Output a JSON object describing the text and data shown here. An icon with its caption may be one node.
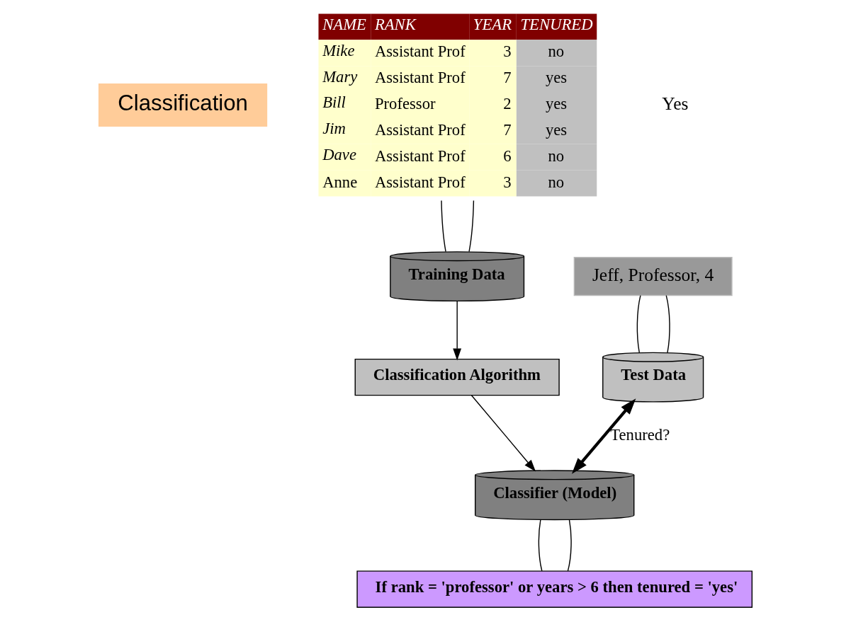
{
  "diagram": {
    "nodes": [
      {
        "text": [
          "Classification"
        ]
      },
      {
        "text": [
          "NAME",
          "RANK",
          "YEAR",
          "TENURED",
          "Mike",
          "Assistant Prof",
          "3",
          "no",
          "Mary",
          "Assistant Prof",
          "7",
          "yes",
          "Bill",
          "Professor",
          "2",
          "yes",
          "Jim",
          "Assistant Prof",
          "7",
          "yes",
          "Dave",
          "Assistant Prof",
          "6",
          "no",
          "Anne",
          "Assistant Prof",
          "3",
          "no"
        ]
      },
      {
        "text": [
          "Training Data"
        ]
      },
      {
        "text": [
          "Classification Algorithm"
        ]
      },
      {
        "text": [
          "Classifier (Model)"
        ]
      },
      {
        "text": [
          "If rank = 'professor' or years > 6 then tenured = 'yes'"
        ]
      },
      {
        "text": [
          "Jeff, Professor, 4"
        ]
      },
      {
        "text": [
          "Test Data"
        ]
      }
    ],
    "edges": [
      {
        "from": 1,
        "to": 2,
        "arrow": "none"
      },
      {
        "from": 1,
        "to": 2,
        "arrow": "none"
      },
      {
        "from": 2,
        "to": 3,
        "arrow": "to"
      },
      {
        "from": 3,
        "to": 4,
        "arrow": "to"
      },
      {
        "from": 4,
        "to": 5,
        "arrow": "none"
      },
      {
        "from": 4,
        "to": 5,
        "arrow": "none"
      },
      {
        "from": 6,
        "to": 7,
        "arrow": "none"
      },
      {
        "from": 6,
        "to": 7,
        "arrow": "none"
      },
      {
        "from": 7,
        "to": 4,
        "arrow": "both",
        "label": "Tenured?",
        "style": "thick"
      }
    ],
    "labels": [
      "Yes"
    ]
  }
}
